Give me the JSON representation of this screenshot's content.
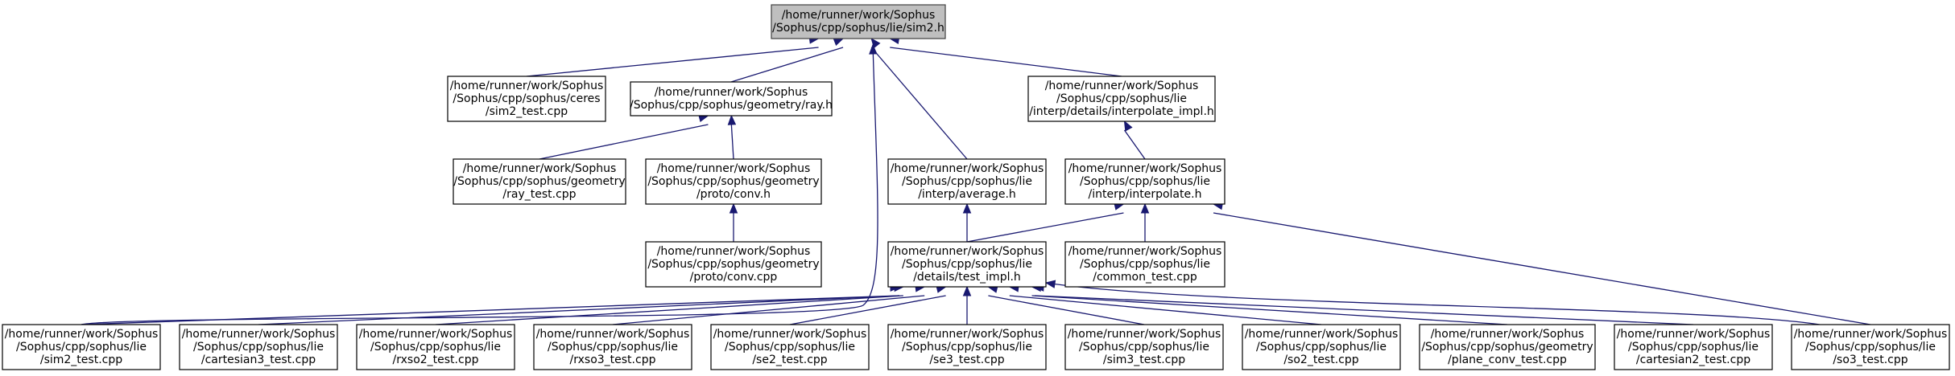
{
  "diagram": {
    "nodes": [
      {
        "id": "sim2_h",
        "root": true,
        "lines": [
          "/home/runner/work/Sophus",
          "/Sophus/cpp/sophus/lie/sim2.h"
        ]
      },
      {
        "id": "ceres_sim2_test",
        "lines": [
          "/home/runner/work/Sophus",
          "/Sophus/cpp/sophus/ceres",
          "/sim2_test.cpp"
        ]
      },
      {
        "id": "ray_h",
        "lines": [
          "/home/runner/work/Sophus",
          "/Sophus/cpp/sophus/geometry/ray.h"
        ]
      },
      {
        "id": "interpolate_impl_h",
        "lines": [
          "/home/runner/work/Sophus",
          "/Sophus/cpp/sophus/lie",
          "/interp/details/interpolate_impl.h"
        ]
      },
      {
        "id": "ray_test",
        "lines": [
          "/home/runner/work/Sophus",
          "/Sophus/cpp/sophus/geometry",
          "/ray_test.cpp"
        ]
      },
      {
        "id": "conv_h",
        "lines": [
          "/home/runner/work/Sophus",
          "/Sophus/cpp/sophus/geometry",
          "/proto/conv.h"
        ]
      },
      {
        "id": "average_h",
        "lines": [
          "/home/runner/work/Sophus",
          "/Sophus/cpp/sophus/lie",
          "/interp/average.h"
        ]
      },
      {
        "id": "interpolate_h",
        "lines": [
          "/home/runner/work/Sophus",
          "/Sophus/cpp/sophus/lie",
          "/interp/interpolate.h"
        ]
      },
      {
        "id": "conv_cpp",
        "lines": [
          "/home/runner/work/Sophus",
          "/Sophus/cpp/sophus/geometry",
          "/proto/conv.cpp"
        ]
      },
      {
        "id": "test_impl_h",
        "lines": [
          "/home/runner/work/Sophus",
          "/Sophus/cpp/sophus/lie",
          "/details/test_impl.h"
        ]
      },
      {
        "id": "common_test",
        "lines": [
          "/home/runner/work/Sophus",
          "/Sophus/cpp/sophus/lie",
          "/common_test.cpp"
        ]
      },
      {
        "id": "lie_sim2_test",
        "lines": [
          "/home/runner/work/Sophus",
          "/Sophus/cpp/sophus/lie",
          "/sim2_test.cpp"
        ]
      },
      {
        "id": "cartesian3_test",
        "lines": [
          "/home/runner/work/Sophus",
          "/Sophus/cpp/sophus/lie",
          "/cartesian3_test.cpp"
        ]
      },
      {
        "id": "rxso2_test",
        "lines": [
          "/home/runner/work/Sophus",
          "/Sophus/cpp/sophus/lie",
          "/rxso2_test.cpp"
        ]
      },
      {
        "id": "rxso3_test",
        "lines": [
          "/home/runner/work/Sophus",
          "/Sophus/cpp/sophus/lie",
          "/rxso3_test.cpp"
        ]
      },
      {
        "id": "se2_test",
        "lines": [
          "/home/runner/work/Sophus",
          "/Sophus/cpp/sophus/lie",
          "/se2_test.cpp"
        ]
      },
      {
        "id": "se3_test",
        "lines": [
          "/home/runner/work/Sophus",
          "/Sophus/cpp/sophus/lie",
          "/se3_test.cpp"
        ]
      },
      {
        "id": "sim3_test",
        "lines": [
          "/home/runner/work/Sophus",
          "/Sophus/cpp/sophus/lie",
          "/sim3_test.cpp"
        ]
      },
      {
        "id": "so2_test",
        "lines": [
          "/home/runner/work/Sophus",
          "/Sophus/cpp/sophus/lie",
          "/so2_test.cpp"
        ]
      },
      {
        "id": "plane_conv_test",
        "lines": [
          "/home/runner/work/Sophus",
          "/Sophus/cpp/sophus/geometry",
          "/plane_conv_test.cpp"
        ]
      },
      {
        "id": "cartesian2_test",
        "lines": [
          "/home/runner/work/Sophus",
          "/Sophus/cpp/sophus/lie",
          "/cartesian2_test.cpp"
        ]
      },
      {
        "id": "so3_test",
        "lines": [
          "/home/runner/work/Sophus",
          "/Sophus/cpp/sophus/lie",
          "/so3_test.cpp"
        ]
      }
    ],
    "edges": [
      {
        "from": "ceres_sim2_test",
        "to": "sim2_h"
      },
      {
        "from": "ray_h",
        "to": "sim2_h"
      },
      {
        "from": "interpolate_impl_h",
        "to": "sim2_h"
      },
      {
        "from": "average_h",
        "to": "sim2_h"
      },
      {
        "from": "lie_sim2_test",
        "to": "sim2_h"
      },
      {
        "from": "ray_test",
        "to": "ray_h"
      },
      {
        "from": "conv_h",
        "to": "ray_h"
      },
      {
        "from": "conv_cpp",
        "to": "conv_h"
      },
      {
        "from": "interpolate_h",
        "to": "interpolate_impl_h"
      },
      {
        "from": "test_impl_h",
        "to": "average_h"
      },
      {
        "from": "test_impl_h",
        "to": "interpolate_h"
      },
      {
        "from": "common_test",
        "to": "interpolate_h"
      },
      {
        "from": "so3_test",
        "to": "interpolate_h"
      },
      {
        "from": "lie_sim2_test",
        "to": "test_impl_h"
      },
      {
        "from": "cartesian3_test",
        "to": "test_impl_h"
      },
      {
        "from": "rxso2_test",
        "to": "test_impl_h"
      },
      {
        "from": "rxso3_test",
        "to": "test_impl_h"
      },
      {
        "from": "se2_test",
        "to": "test_impl_h"
      },
      {
        "from": "se3_test",
        "to": "test_impl_h"
      },
      {
        "from": "sim3_test",
        "to": "test_impl_h"
      },
      {
        "from": "so2_test",
        "to": "test_impl_h"
      },
      {
        "from": "plane_conv_test",
        "to": "test_impl_h"
      },
      {
        "from": "cartesian2_test",
        "to": "test_impl_h"
      },
      {
        "from": "so3_test",
        "to": "test_impl_h"
      }
    ],
    "colors": {
      "edge": "#191970",
      "root_fill": "#bfbfbf",
      "node_fill": "#ffffff",
      "border": "#000000"
    }
  }
}
